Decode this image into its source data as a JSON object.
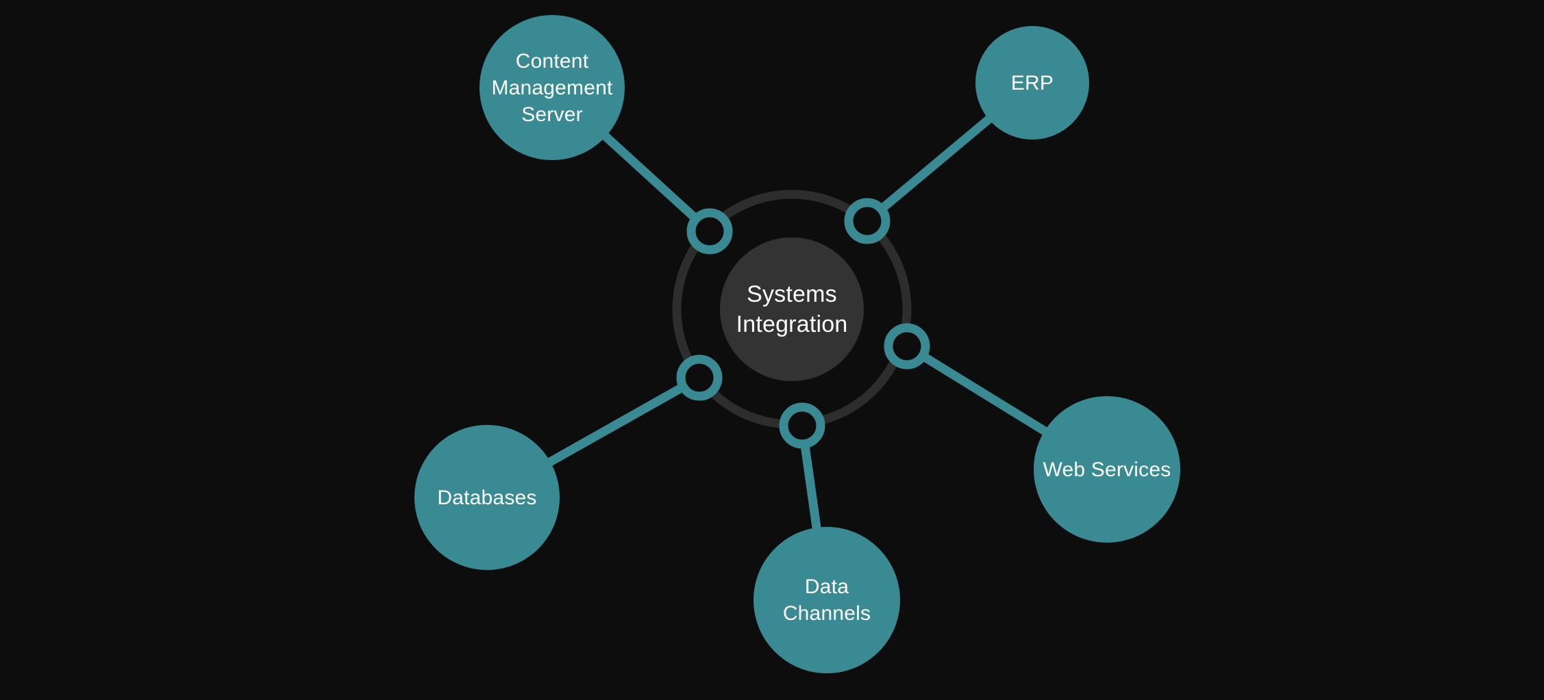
{
  "diagram": {
    "type": "radial-hub-spoke",
    "hub": {
      "label": "Systems\nIntegration"
    },
    "nodes": [
      {
        "id": "content-management-server",
        "label": "Content\nManagement\nServer"
      },
      {
        "id": "erp",
        "label": "ERP"
      },
      {
        "id": "databases",
        "label": "Databases"
      },
      {
        "id": "data-channels",
        "label": "Data\nChannels"
      },
      {
        "id": "web-services",
        "label": "Web Services"
      }
    ],
    "connections": [
      {
        "from": "systems-integration",
        "to": "content-management-server"
      },
      {
        "from": "systems-integration",
        "to": "erp"
      },
      {
        "from": "systems-integration",
        "to": "databases"
      },
      {
        "from": "systems-integration",
        "to": "data-channels"
      },
      {
        "from": "systems-integration",
        "to": "web-services"
      }
    ],
    "colors": {
      "background": "#0D0D0D",
      "node_fill": "#398A93",
      "hub_disc_fill": "#333333",
      "hub_ring_stroke": "#2D2D2D",
      "text": "#FFFFFF"
    }
  }
}
